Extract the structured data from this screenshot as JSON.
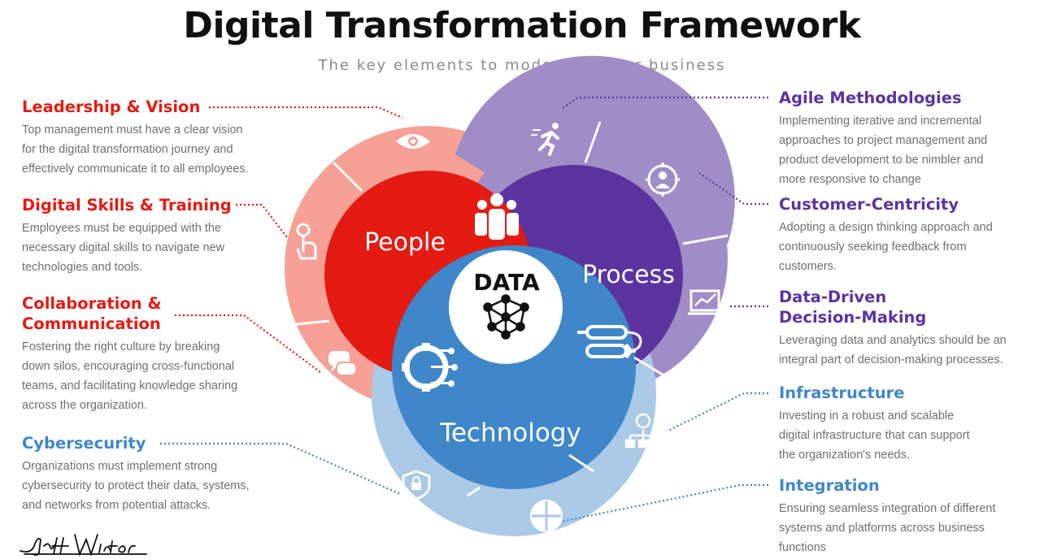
{
  "title": "Digital Transformation Framework",
  "subtitle": "The key elements to modernize your business",
  "center": {
    "label": "DATA"
  },
  "circles": {
    "people": "People",
    "process": "Process",
    "technology": "Technology"
  },
  "left_items": [
    {
      "title": "Leadership & Vision",
      "text": [
        "Top management must have a clear vision",
        "for the digital transformation journey and",
        "effectively communicate it to all employees."
      ]
    },
    {
      "title": "Digital Skills & Training",
      "text": [
        "Employees must be equipped with the",
        "necessary digital skills to navigate new",
        "technologies and tools."
      ]
    },
    {
      "title": [
        "Collaboration &",
        "Communication"
      ],
      "text": [
        "Fostering the right culture by breaking",
        "down silos, encouraging cross-functional",
        "teams, and facilitating knowledge sharing",
        "across the organization."
      ]
    },
    {
      "title": "Cybersecurity",
      "text": [
        "Organizations must implement strong",
        "cybersecurity to protect their data, systems,",
        "and networks from potential attacks."
      ]
    }
  ],
  "right_items": [
    {
      "title": "Agile Methodologies",
      "text": [
        "Implementing iterative and incremental",
        "approaches to project management and",
        "product development to be nimbler and",
        "more responsive to change"
      ]
    },
    {
      "title": "Customer-Centricity",
      "text": [
        "Adopting a design thinking approach and",
        "continuously seeking feedback from",
        "customers."
      ]
    },
    {
      "title": [
        "Data-Driven",
        "Decision-Making"
      ],
      "text": [
        "Leveraging data and analytics should be an",
        "integral part of decision-making processes."
      ]
    },
    {
      "title": "Infrastructure",
      "text": [
        "Investing in a robust and scalable",
        "digital infrastructure that can support",
        "the organization's needs."
      ]
    },
    {
      "title": "Integration",
      "text": [
        "Ensuring seamless integration of different",
        "systems and platforms across business",
        "functions"
      ]
    }
  ],
  "colors": {
    "red": "#e41b13",
    "red_light": "#f6a096",
    "purple": "#5b34a0",
    "purple_light": "#a08cc6",
    "blue": "#3f87c9",
    "blue_light": "#a9c9e6"
  },
  "icons": [
    "eye-icon",
    "touch-icon",
    "chat-icon",
    "shield-lock-icon",
    "puzzle-icon",
    "network-icon",
    "chart-icon",
    "target-user-icon",
    "running-icon",
    "team-icon",
    "workflow-icon",
    "gear-circuit-icon",
    "data-network-icon"
  ],
  "signature": "Jeff Winter"
}
